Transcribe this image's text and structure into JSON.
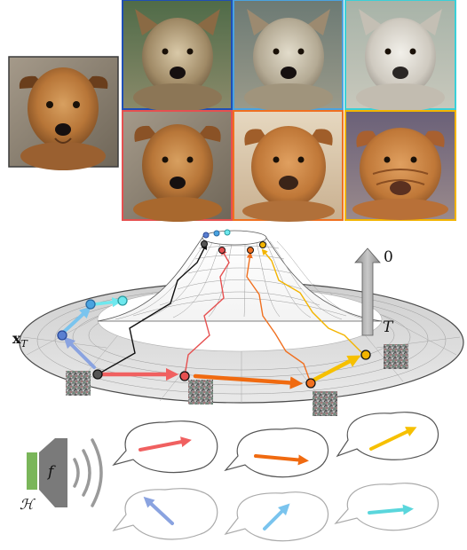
{
  "labels": {
    "x_t_main": "x",
    "x_t_sub": "T",
    "t_label": "T",
    "zero_label": "0",
    "f_label": "f",
    "h_label": "ℋ"
  },
  "colors": {
    "blue_dark": "#1f4fb5",
    "blue_light": "#4aa3e0",
    "cyan": "#3ad0d8",
    "red": "#e65050",
    "orange": "#f07020",
    "yellow": "#f3b400",
    "green": "#7ab65a",
    "gray_speaker": "#7a7a7a"
  },
  "icons": {
    "speaker": "speaker-icon",
    "sound_waves": "sound-waves-icon"
  }
}
